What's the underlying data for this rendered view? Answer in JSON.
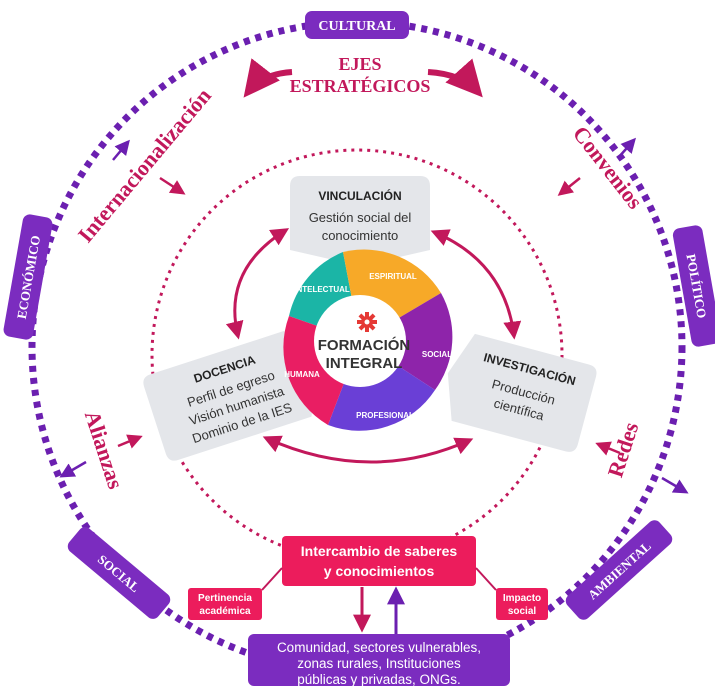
{
  "outer_ring": {
    "labels": {
      "cultural": "CULTURAL",
      "politico": "POLÍTICO",
      "ambiental": "AMBIENTAL",
      "social": "SOCIAL",
      "economico": "ECONÓMICO"
    }
  },
  "ejes": {
    "line1": "EJES",
    "line2": "ESTRATÉGICOS"
  },
  "strategies": {
    "internacionalizacion": "Internacionalización",
    "convenios": "Convenios",
    "alianzas": "Alianzas",
    "redes": "Redes"
  },
  "vinculacion": {
    "title": "VINCULACIÓN",
    "line1": "Gestión social del",
    "line2": "conocimiento"
  },
  "docencia": {
    "title": "DOCENCIA",
    "line1": "Perfil de egreso",
    "line2": "Visión humanista",
    "line3": "Dominio de la IES"
  },
  "investigacion": {
    "title": "INVESTIGACIÓN",
    "line1": "Producción",
    "line2": "científica"
  },
  "wheel": {
    "center_line1": "FORMACIÓN",
    "center_line2": "INTEGRAL",
    "segments": {
      "intelectual": "INTELECTUAL",
      "espiritual": "ESPIRITUAL",
      "social": "SOCIAL",
      "profesional": "PROFESIONAL",
      "humana": "HUMANA"
    }
  },
  "intercambio": {
    "line1": "Intercambio de saberes",
    "line2": "y conocimientos"
  },
  "pertinencia": {
    "line1": "Pertinencia",
    "line2": "académica"
  },
  "impacto": {
    "line1": "Impacto",
    "line2": "social"
  },
  "comunidad": {
    "line1": "Comunidad, sectores vulnerables,",
    "line2": "zonas rurales, Instituciones",
    "line3": "públicas y privadas, ONGs."
  },
  "colors": {
    "purple": "#7b2cbf",
    "crimson": "#c2185b",
    "pink": "#e91e63",
    "teal": "#1bb5a6",
    "orange": "#f7a928",
    "wheel_purple": "#8e24aa",
    "wheel_violet": "#6a3fd6",
    "gray_box": "#e4e6ea"
  }
}
